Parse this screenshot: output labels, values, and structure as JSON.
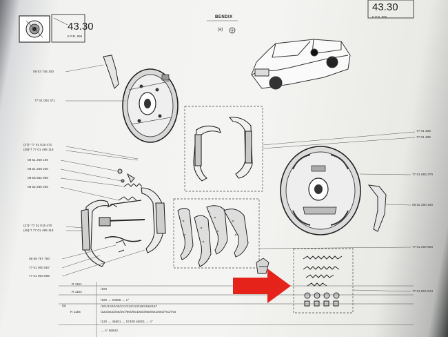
{
  "header": {
    "left_code": "43.30",
    "left_sub": "E          P.R. 995",
    "right_code": "43.30",
    "right_sub": "E          P.R. 995",
    "brand": "BENDIX",
    "variant": "(a)"
  },
  "left_refs": [
    "08 53 745 100",
    "77 01 004 371",
    "(47)¹ 77 01 015 471",
    "(48)¹† 77 01 499 118",
    "08 51 258 100",
    "08 51 258 200",
    "08 55 682 900",
    "08 52 280 200",
    "(47)¹ 77 01 015 470",
    "(48)¹† 77 01 499 118",
    "08 55 757 700",
    "77 01 000 557",
    "77 01 003 696"
  ],
  "right_refs": [
    "77 01 468",
    "77 01 499",
    "77 01 084 370",
    "08 52 290 100",
    "77 01 200 663",
    "77 01 804 644"
  ],
  "bottom_rows": [
    {
      "left": "R 1151",
      "text": "/100"
    },
    {
      "left": "R 1154",
      "text": ""
    },
    {
      "left": "",
      "text": "/100   →   20086  →  n°"
    },
    {
      "left": "(a)",
      "text": "/101/102/103/121/122/123/160/166/167"
    },
    {
      "left": "R 1156",
      "text": "/222/262/266/267/600/601/603/660/661/663/761/763"
    },
    {
      "left": "",
      "text": "/120   →  46501  →  57409        46501  →  n°"
    },
    {
      "left": "",
      "text": "→  n°            56843"
    }
  ],
  "accent_color": "#e5231b"
}
